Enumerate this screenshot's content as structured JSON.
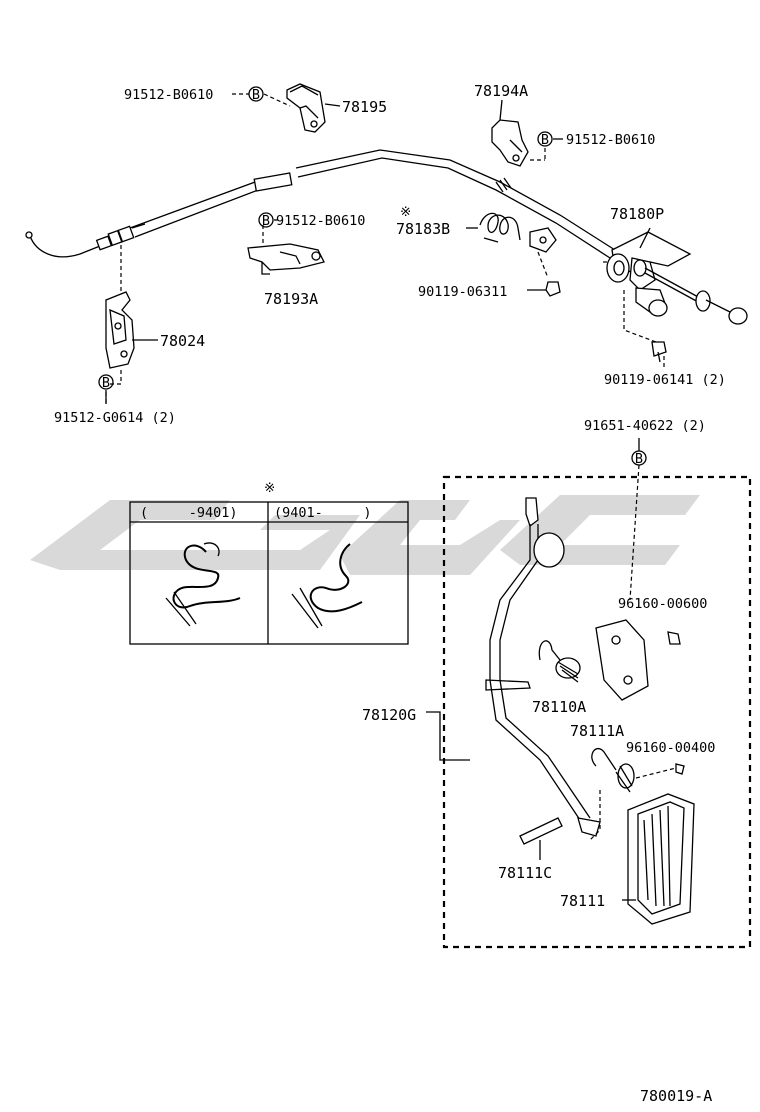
{
  "parts": {
    "p91512_b0610_a": "91512-B0610",
    "p78195": "78195",
    "p78194a": "78194A",
    "p91512_b0610_b": "91512-B0610",
    "p91512_b0610_c": "91512-B0610",
    "p78183b": "78183B",
    "p78180p": "78180P",
    "p78193a": "78193A",
    "p90119_06311": "90119-06311",
    "p78024": "78024",
    "p90119_06141": "90119-06141 (2)",
    "p91512_g0614": "91512-G0614 (2)",
    "p91651_40622": "91651-40622 (2)",
    "p96160_00600": "96160-00600",
    "p78110a": "78110A",
    "p78120g": "78120G",
    "p78111a": "78111A",
    "p96160_00400": "96160-00400",
    "p78111c": "78111C",
    "p78111": "78111",
    "diagram_code": "780019-A"
  },
  "marks": {
    "bolt_symbol": "B",
    "asterisk": "※"
  },
  "variant_table": {
    "col1": "(     -9401)",
    "col2": "(9401-     )"
  },
  "colors": {
    "line": "#000000",
    "watermark": "#d9d9d9",
    "background": "#ffffff"
  }
}
